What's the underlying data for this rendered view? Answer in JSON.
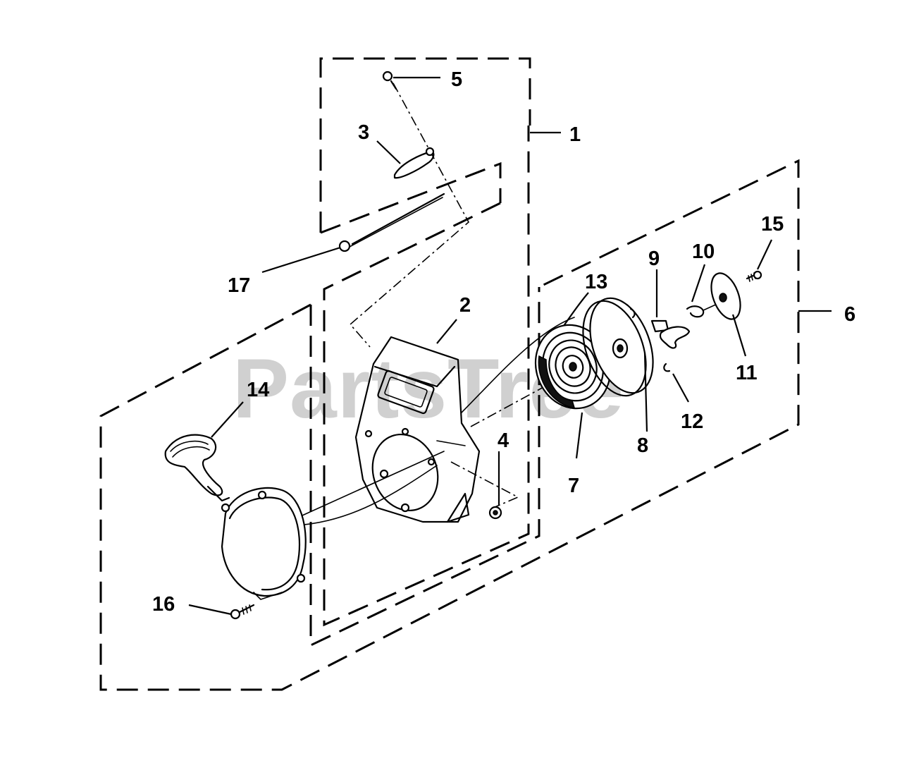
{
  "watermark": "PartsTree",
  "labels": {
    "p1": "1",
    "p2": "2",
    "p3": "3",
    "p4": "4",
    "p5": "5",
    "p6": "6",
    "p7": "7",
    "p8": "8",
    "p9": "9",
    "p10": "10",
    "p11": "11",
    "p12": "12",
    "p13": "13",
    "p14": "14",
    "p15": "15",
    "p16": "16",
    "p17": "17"
  }
}
